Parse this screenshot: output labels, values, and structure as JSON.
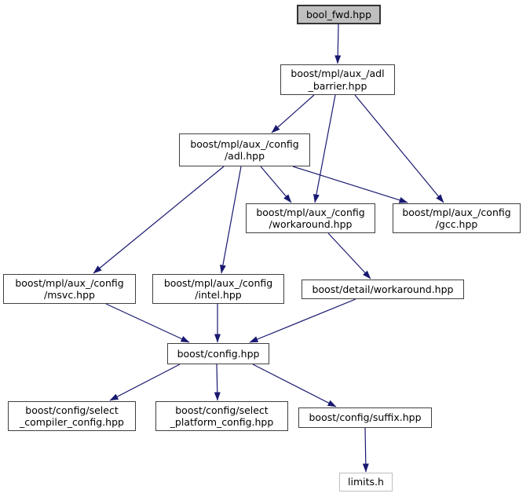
{
  "diagram": {
    "kind": "include-dependency-graph",
    "colors": {
      "edge": "#191970",
      "node_border": "#404040",
      "current_node_fill": "#bfbfbf",
      "plain_node_border": "#bfbfbf",
      "background": "#ffffff",
      "text": "#000000"
    },
    "nodes": [
      {
        "id": "bool_fwd",
        "label": "bool_fwd.hpp",
        "style": "current"
      },
      {
        "id": "adl_barrier",
        "label": "boost/mpl/aux_/adl\n_barrier.hpp",
        "style": "linked"
      },
      {
        "id": "adl",
        "label": "boost/mpl/aux_/config\n/adl.hpp",
        "style": "linked"
      },
      {
        "id": "workaround",
        "label": "boost/mpl/aux_/config\n/workaround.hpp",
        "style": "linked"
      },
      {
        "id": "gcc",
        "label": "boost/mpl/aux_/config\n/gcc.hpp",
        "style": "linked"
      },
      {
        "id": "msvc",
        "label": "boost/mpl/aux_/config\n/msvc.hpp",
        "style": "linked"
      },
      {
        "id": "intel",
        "label": "boost/mpl/aux_/config\n/intel.hpp",
        "style": "linked"
      },
      {
        "id": "detail_workaround",
        "label": "boost/detail/workaround.hpp",
        "style": "linked"
      },
      {
        "id": "config",
        "label": "boost/config.hpp",
        "style": "linked"
      },
      {
        "id": "select_compiler",
        "label": "boost/config/select\n_compiler_config.hpp",
        "style": "linked"
      },
      {
        "id": "select_platform",
        "label": "boost/config/select\n_platform_config.hpp",
        "style": "linked"
      },
      {
        "id": "suffix",
        "label": "boost/config/suffix.hpp",
        "style": "linked"
      },
      {
        "id": "limits",
        "label": "limits.h",
        "style": "plain"
      }
    ],
    "edges": [
      {
        "from": "bool_fwd",
        "to": "adl_barrier"
      },
      {
        "from": "adl_barrier",
        "to": "adl"
      },
      {
        "from": "adl_barrier",
        "to": "workaround"
      },
      {
        "from": "adl_barrier",
        "to": "gcc"
      },
      {
        "from": "adl",
        "to": "msvc"
      },
      {
        "from": "adl",
        "to": "intel"
      },
      {
        "from": "adl",
        "to": "workaround"
      },
      {
        "from": "adl",
        "to": "gcc"
      },
      {
        "from": "workaround",
        "to": "detail_workaround"
      },
      {
        "from": "msvc",
        "to": "config"
      },
      {
        "from": "intel",
        "to": "config"
      },
      {
        "from": "detail_workaround",
        "to": "config"
      },
      {
        "from": "config",
        "to": "select_compiler"
      },
      {
        "from": "config",
        "to": "select_platform"
      },
      {
        "from": "config",
        "to": "suffix"
      },
      {
        "from": "suffix",
        "to": "limits"
      }
    ]
  }
}
